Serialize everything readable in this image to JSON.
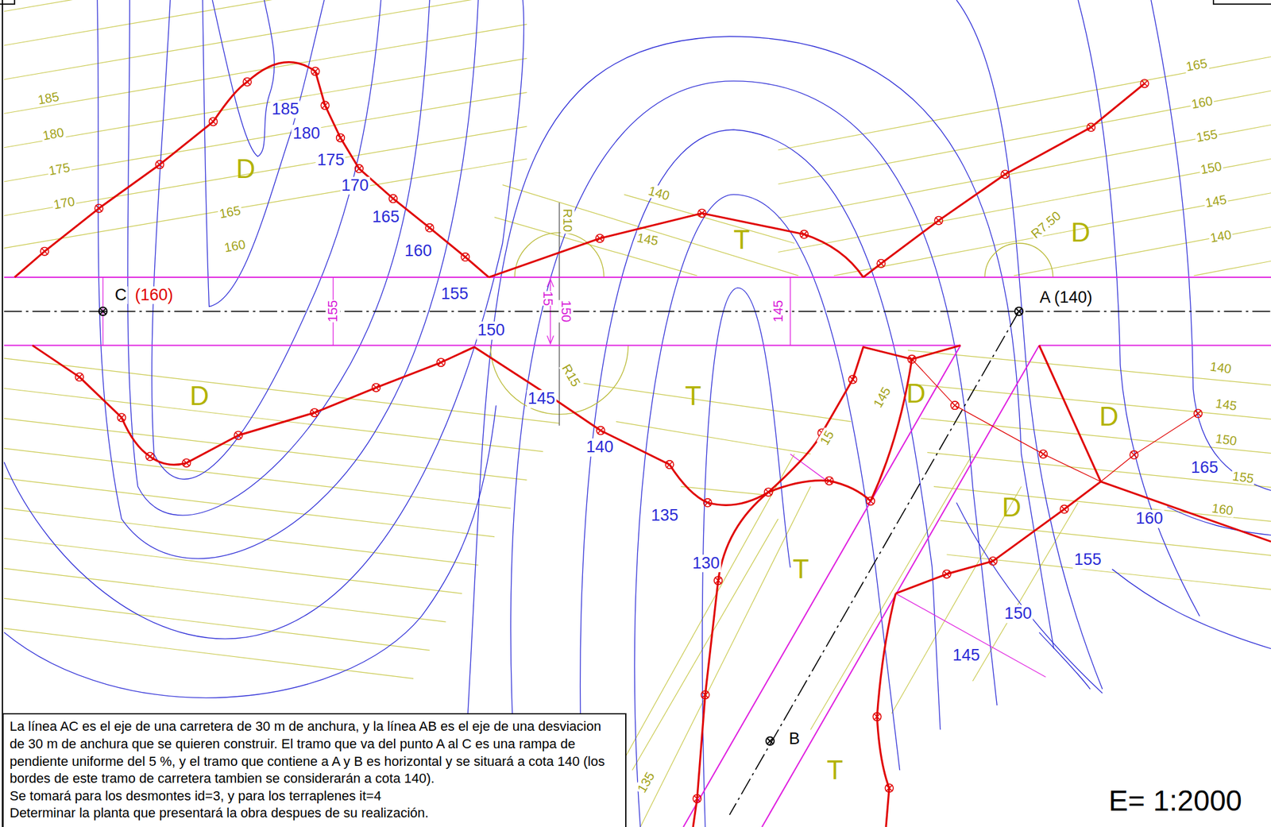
{
  "diagram": {
    "nodes": [
      {
        "text": [
          "La línea AC es el eje de una carretera de 30 m de anchura, y la línea AB es el eje de una desviacion de 30 m de anchura que se quieren construir. El tramo que va del punto A al C es una rampa de pendiente uniforme del 5 %, y el tramo que contiene a A y B es horizontal y se situará a cota 140 (los bordes de este tramo de carretera tambien se considerarán a cota 140).",
          "Se tomará para los desmontes id=3, y para los terraplenes it=4",
          "Determinar la planta que presentará la obra despues de su realización."
        ]
      }
    ],
    "labels": [
      "185",
      "180",
      "175",
      "170",
      "165",
      "160",
      "185",
      "180",
      "175",
      "D",
      "170",
      "165",
      "160",
      "140",
      "R10",
      "145",
      "T",
      "165",
      "160",
      "155",
      "150",
      "145",
      "140",
      "R7.50",
      "D",
      "C",
      "(160)",
      "155",
      "155",
      "15",
      "150",
      "145",
      "A (140)",
      "150",
      "145",
      "R15",
      "D",
      "T",
      "D",
      "145",
      "D",
      "15",
      "140",
      "140",
      "145",
      "150",
      "165",
      "155",
      "D",
      "160",
      "135",
      "160",
      "130",
      "155",
      "T",
      "150",
      "145",
      "B",
      "130",
      "T",
      "135",
      "E= 1:2000"
    ]
  }
}
